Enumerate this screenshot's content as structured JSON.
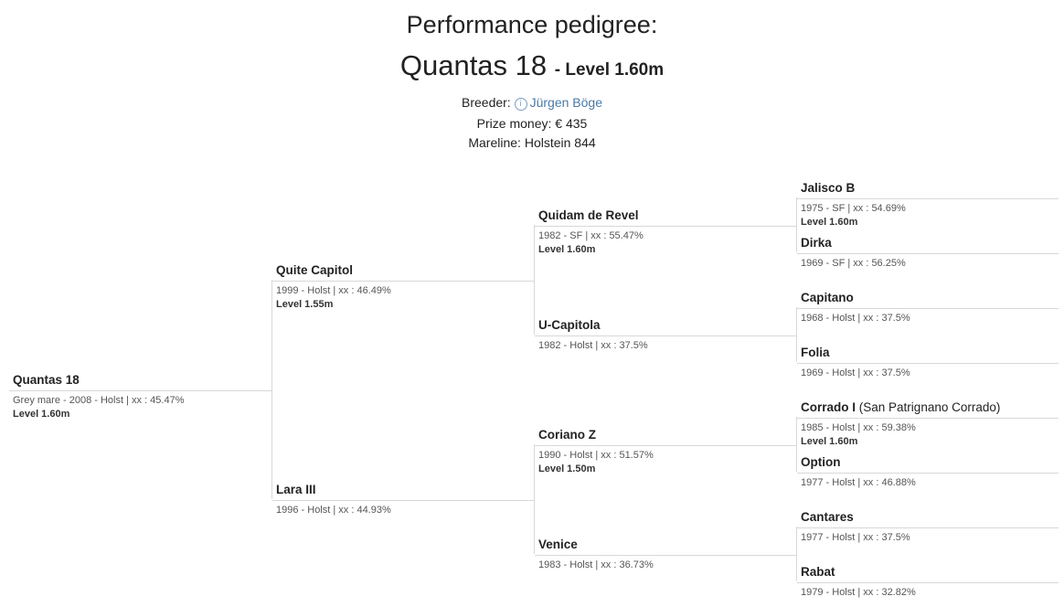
{
  "header": {
    "title": "Performance pedigree:",
    "horse_name": "Quantas 18",
    "horse_level": "- Level 1.60m",
    "breeder_label": "Breeder:",
    "breeder_icon": "info-icon",
    "breeder_name": "Jürgen Böge",
    "prize_label": "Prize money:",
    "prize_value": "€ 435",
    "mareline_label": "Mareline:",
    "mareline_value": "Holstein 844"
  },
  "pedigree": {
    "subject": {
      "name": "Quantas 18",
      "meta": "Grey mare - 2008 - Holst | xx : 45.47%",
      "level": "Level 1.60m"
    },
    "sire": {
      "name": "Quite Capitol",
      "meta": "1999 - Holst | xx : 46.49%",
      "level": "Level 1.55m"
    },
    "dam": {
      "name": "Lara III",
      "meta": "1996 - Holst | xx : 44.93%"
    },
    "ss": {
      "name": "Quidam de Revel",
      "meta": "1982 - SF | xx : 55.47%",
      "level": "Level 1.60m"
    },
    "sd": {
      "name": "U-Capitola",
      "meta": "1982 - Holst | xx : 37.5%"
    },
    "ds": {
      "name": "Coriano Z",
      "meta": "1990 - Holst | xx : 51.57%",
      "level": "Level 1.50m"
    },
    "dd": {
      "name": "Venice",
      "meta": "1983 - Holst | xx : 36.73%"
    },
    "sss": {
      "name": "Jalisco B",
      "meta": "1975 - SF | xx : 54.69%",
      "level": "Level 1.60m"
    },
    "ssd": {
      "name": "Dirka",
      "meta": "1969 - SF | xx : 56.25%"
    },
    "sds": {
      "name": "Capitano",
      "meta": "1968 - Holst | xx : 37.5%"
    },
    "sdd": {
      "name": "Folia",
      "meta": "1969 - Holst | xx : 37.5%"
    },
    "dss": {
      "name": "Corrado I",
      "alias": "(San Patrignano Corrado)",
      "meta": "1985 - Holst | xx : 59.38%",
      "level": "Level 1.60m"
    },
    "dsd": {
      "name": "Option",
      "meta": "1977 - Holst | xx : 46.88%"
    },
    "dds": {
      "name": "Cantares",
      "meta": "1977 - Holst | xx : 37.5%"
    },
    "ddd": {
      "name": "Rabat",
      "meta": "1979 - Holst | xx : 32.82%"
    }
  }
}
